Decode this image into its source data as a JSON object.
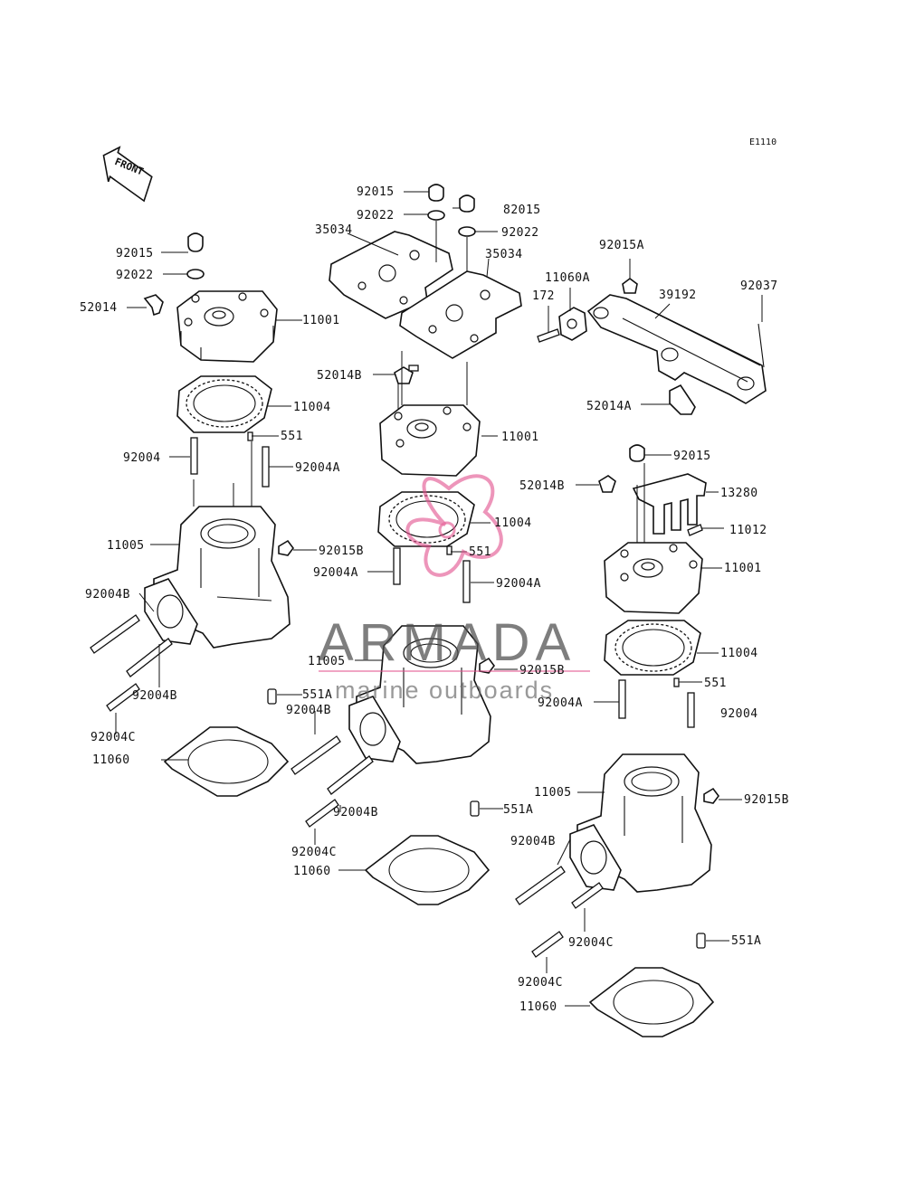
{
  "diagram_code": "E1110",
  "front_label": "FRONT",
  "watermark": {
    "name": "ARMADA",
    "tagline": "marine outboards",
    "accent": "#e24f8b"
  },
  "labels": {
    "L92015_top": "92015",
    "L92022_top": "92022",
    "L35034_a": "35034",
    "L82015": "82015",
    "L92022_b": "92022",
    "L35034_b": "35034",
    "L92015_left": "92015",
    "L92022_left": "92022",
    "L52014_left": "52014",
    "L11001_left": "11001",
    "L11004_left": "11004",
    "L92004_left": "92004",
    "L551_left": "551",
    "L92004A_left": "92004A",
    "L11005_left": "11005",
    "L92015B_left": "92015B",
    "L92004B_left1": "92004B",
    "L92004B_left2": "92004B",
    "L92004C_left": "92004C",
    "L11060_left": "11060",
    "L52014B_mid": "52014B",
    "L11001_mid": "11001",
    "L11004_mid": "11004",
    "L551_mid": "551",
    "L92004A_mid1": "92004A",
    "L92004A_mid2": "92004A",
    "L11005_mid": "11005",
    "L92015B_mid": "92015B",
    "L551A_mid": "551A",
    "L92004B_mid1": "92004B",
    "L92004B_mid2": "92004B",
    "L551A_mid2": "551A",
    "L92004C_mid": "92004C",
    "L11060_mid": "11060",
    "L92015A": "92015A",
    "L11060A": "11060A",
    "L172": "172",
    "L39192": "39192",
    "L92037": "92037",
    "L52014A": "52014A",
    "L92015_right": "92015",
    "L52014B_right": "52014B",
    "L13280": "13280",
    "L11012": "11012",
    "L11001_right": "11001",
    "L11004_right": "11004",
    "L551_right": "551",
    "L92004A_right": "92004A",
    "L92004_right": "92004",
    "L11005_right": "11005",
    "L92015B_right": "92015B",
    "L92004B_right": "92004B",
    "L92004C_right1": "92004C",
    "L92004C_right2": "92004C",
    "L551A_right": "551A",
    "L11060_right": "11060"
  }
}
